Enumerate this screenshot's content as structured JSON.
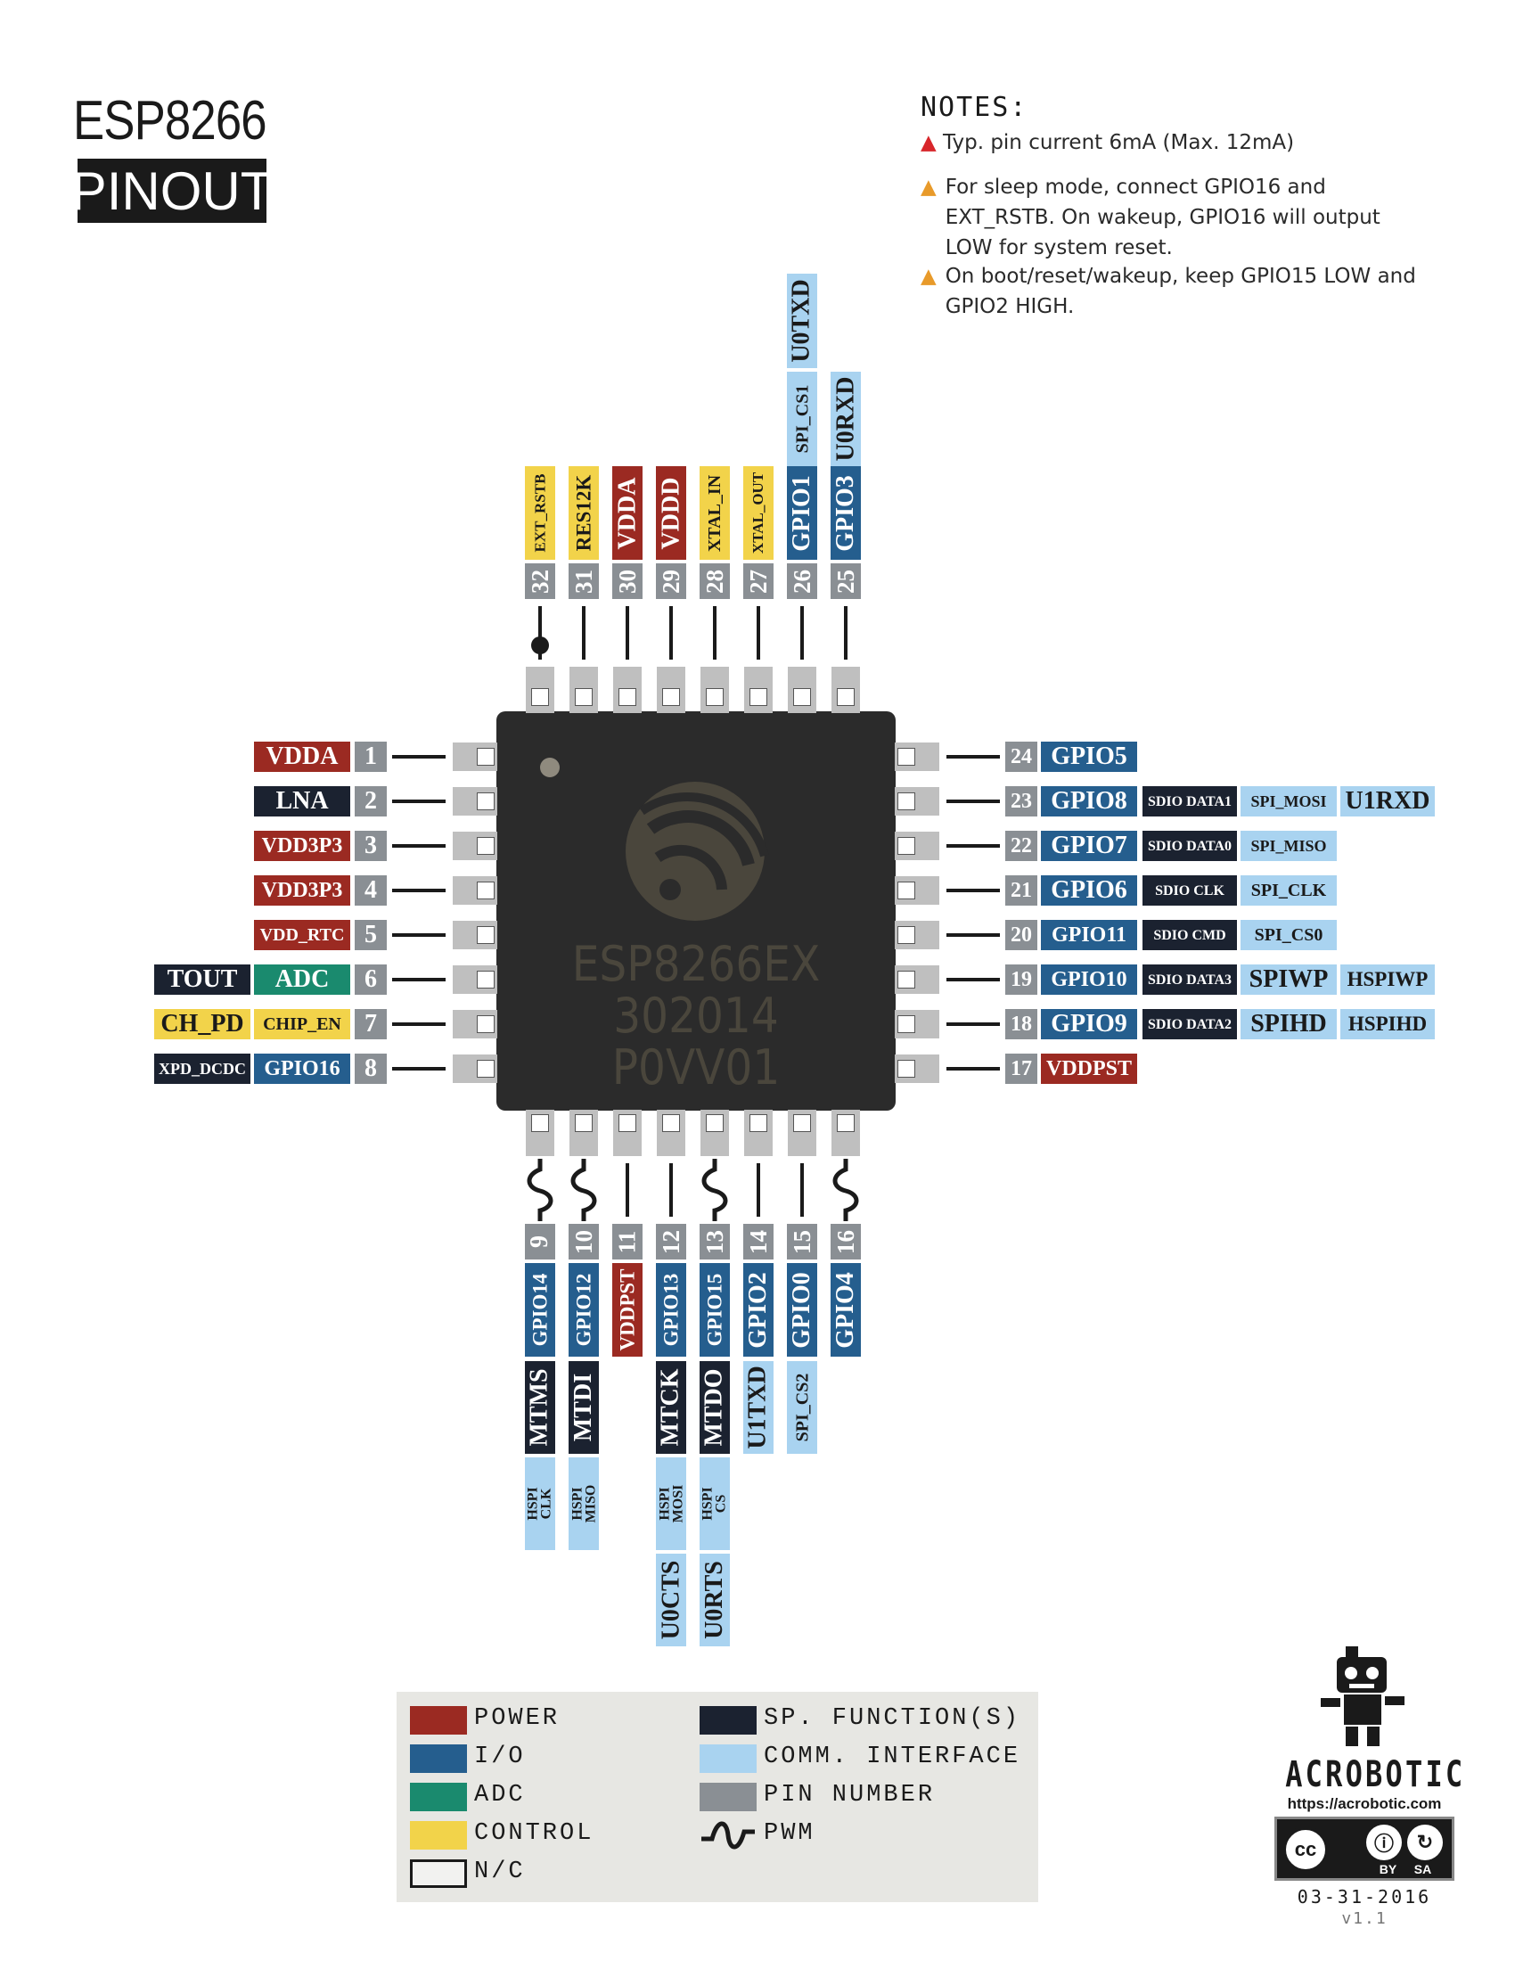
{
  "title": "ESP8266",
  "subtitle": "PINOUT",
  "notes": {
    "heading": "NOTES:",
    "items": [
      "Typ. pin current 6mA (Max. 12mA)",
      "For sleep mode, connect GPIO16 and EXT_RSTB. On wakeup, GPIO16 will output LOW for system reset.",
      "On boot/reset/wakeup, keep GPIO15 LOW and GPIO2 HIGH."
    ]
  },
  "chip": {
    "line1": "ESP8266EX",
    "line2": "302014",
    "line3": "P0VV01"
  },
  "colors": {
    "power": "#9b2a22",
    "io": "#255e8e",
    "adc": "#1a8a6e",
    "control": "#f2d34a",
    "special": "#1b2230",
    "comm": "#a9d3f0",
    "pin": "#8a8f94"
  },
  "left_pins": [
    {
      "num": "1",
      "name": "VDDA",
      "type": "power"
    },
    {
      "num": "2",
      "name": "LNA",
      "type": "special"
    },
    {
      "num": "3",
      "name": "VDD3P3",
      "type": "power"
    },
    {
      "num": "4",
      "name": "VDD3P3",
      "type": "power"
    },
    {
      "num": "5",
      "name": "VDD_RTC",
      "type": "power"
    },
    {
      "num": "6",
      "name": "ADC",
      "type": "adc",
      "extra": {
        "name": "TOUT",
        "type": "special"
      }
    },
    {
      "num": "7",
      "name": "CHIP_EN",
      "type": "control",
      "extra": {
        "name": "CH_PD",
        "type": "control"
      }
    },
    {
      "num": "8",
      "name": "GPIO16",
      "type": "io",
      "extra": {
        "name": "XPD_DCDC",
        "type": "special"
      }
    }
  ],
  "right_pins": [
    {
      "num": "24",
      "name": "GPIO5",
      "type": "io",
      "funcs": []
    },
    {
      "num": "23",
      "name": "GPIO8",
      "type": "io",
      "funcs": [
        {
          "name": "SDIO DATA1",
          "type": "special"
        },
        {
          "name": "SPI_MOSI",
          "type": "comm"
        },
        {
          "name": "U1RXD",
          "type": "comm"
        }
      ]
    },
    {
      "num": "22",
      "name": "GPIO7",
      "type": "io",
      "funcs": [
        {
          "name": "SDIO DATA0",
          "type": "special"
        },
        {
          "name": "SPI_MISO",
          "type": "comm"
        }
      ]
    },
    {
      "num": "21",
      "name": "GPIO6",
      "type": "io",
      "funcs": [
        {
          "name": "SDIO CLK",
          "type": "special"
        },
        {
          "name": "SPI_CLK",
          "type": "comm"
        }
      ]
    },
    {
      "num": "20",
      "name": "GPIO11",
      "type": "io",
      "funcs": [
        {
          "name": "SDIO CMD",
          "type": "special"
        },
        {
          "name": "SPI_CS0",
          "type": "comm"
        }
      ]
    },
    {
      "num": "19",
      "name": "GPIO10",
      "type": "io",
      "funcs": [
        {
          "name": "SDIO DATA3",
          "type": "special"
        },
        {
          "name": "SPIWP",
          "type": "comm"
        },
        {
          "name": "HSPIWP",
          "type": "comm"
        }
      ]
    },
    {
      "num": "18",
      "name": "GPIO9",
      "type": "io",
      "funcs": [
        {
          "name": "SDIO DATA2",
          "type": "special"
        },
        {
          "name": "SPIHD",
          "type": "comm"
        },
        {
          "name": "HSPIHD",
          "type": "comm"
        }
      ]
    },
    {
      "num": "17",
      "name": "VDDPST",
      "type": "power",
      "funcs": []
    }
  ],
  "top_pins": [
    {
      "num": "32",
      "name": "EXT_RSTB",
      "type": "control",
      "funcs": []
    },
    {
      "num": "31",
      "name": "RES12K",
      "type": "control",
      "funcs": []
    },
    {
      "num": "30",
      "name": "VDDA",
      "type": "power",
      "funcs": []
    },
    {
      "num": "29",
      "name": "VDDD",
      "type": "power",
      "funcs": []
    },
    {
      "num": "28",
      "name": "XTAL_IN",
      "type": "control",
      "funcs": []
    },
    {
      "num": "27",
      "name": "XTAL_OUT",
      "type": "control",
      "funcs": []
    },
    {
      "num": "26",
      "name": "GPIO1",
      "type": "io",
      "funcs": [
        {
          "name": "SPI_CS1",
          "type": "comm"
        },
        {
          "name": "U0TXD",
          "type": "comm"
        }
      ]
    },
    {
      "num": "25",
      "name": "GPIO3",
      "type": "io",
      "funcs": [
        {
          "name": "U0RXD",
          "type": "comm"
        }
      ]
    }
  ],
  "bottom_pins": [
    {
      "num": "9",
      "name": "GPIO14",
      "type": "io",
      "pwm": true,
      "funcs": [
        {
          "name": "MTMS",
          "type": "special"
        },
        {
          "name": "HSPI CLK",
          "type": "comm"
        }
      ]
    },
    {
      "num": "10",
      "name": "GPIO12",
      "type": "io",
      "pwm": true,
      "funcs": [
        {
          "name": "MTDI",
          "type": "special"
        },
        {
          "name": "HSPI MISO",
          "type": "comm"
        }
      ]
    },
    {
      "num": "11",
      "name": "VDDPST",
      "type": "power",
      "pwm": false,
      "funcs": []
    },
    {
      "num": "12",
      "name": "GPIO13",
      "type": "io",
      "pwm": false,
      "funcs": [
        {
          "name": "MTCK",
          "type": "special"
        },
        {
          "name": "HSPI MOSI",
          "type": "comm"
        },
        {
          "name": "U0CTS",
          "type": "comm"
        }
      ]
    },
    {
      "num": "13",
      "name": "GPIO15",
      "type": "io",
      "pwm": true,
      "funcs": [
        {
          "name": "MTDO",
          "type": "special"
        },
        {
          "name": "HSPI CS",
          "type": "comm"
        },
        {
          "name": "U0RTS",
          "type": "comm"
        }
      ]
    },
    {
      "num": "14",
      "name": "GPIO2",
      "type": "io",
      "pwm": false,
      "funcs": [
        {
          "name": "U1TXD",
          "type": "comm"
        }
      ]
    },
    {
      "num": "15",
      "name": "GPIO0",
      "type": "io",
      "pwm": false,
      "funcs": [
        {
          "name": "SPI_CS2",
          "type": "comm"
        }
      ]
    },
    {
      "num": "16",
      "name": "GPIO4",
      "type": "io",
      "pwm": true,
      "funcs": []
    }
  ],
  "legend": [
    {
      "label": "POWER",
      "type": "power"
    },
    {
      "label": "I/O",
      "type": "io"
    },
    {
      "label": "ADC",
      "type": "adc"
    },
    {
      "label": "CONTROL",
      "type": "control"
    },
    {
      "label": "N/C",
      "type": "nc"
    },
    {
      "label": "SP. FUNCTION(S)",
      "type": "special"
    },
    {
      "label": "COMM. INTERFACE",
      "type": "comm"
    },
    {
      "label": "PIN NUMBER",
      "type": "pin"
    },
    {
      "label": "PWM",
      "type": "pwm"
    }
  ],
  "brand": {
    "name": "ACROBOTIC",
    "url": "https://acrobotic.com",
    "license": "BY SA",
    "cc": "cc",
    "date": "03-31-2016",
    "version": "v1.1"
  }
}
